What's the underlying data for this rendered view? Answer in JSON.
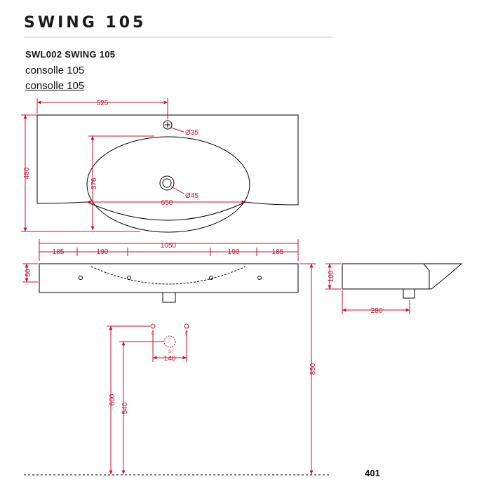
{
  "header": {
    "title": "SWING 105",
    "code": "SWL002 SWING 105",
    "subtitle": "consolle 105",
    "subtitle_link": "consolle 105"
  },
  "dimensions": {
    "d525": "525",
    "d35": "Ø35",
    "d480": "480",
    "d376": "376",
    "d650": "650",
    "d45": "Ø45",
    "d1050": "1050",
    "d185a": "185",
    "d190a": "190",
    "d190b": "190",
    "d185b": "185",
    "d50": "50",
    "d100": "100",
    "d280": "280",
    "d850": "850",
    "d600": "600",
    "d540": "540",
    "d140": "140"
  },
  "markers": {
    "c": "C",
    "f": "F",
    "s": "S"
  },
  "footer": {
    "page": "401"
  },
  "colors": {
    "dimension": "#c8102e",
    "outline": "#000000",
    "rule": "#e4e4e4"
  }
}
